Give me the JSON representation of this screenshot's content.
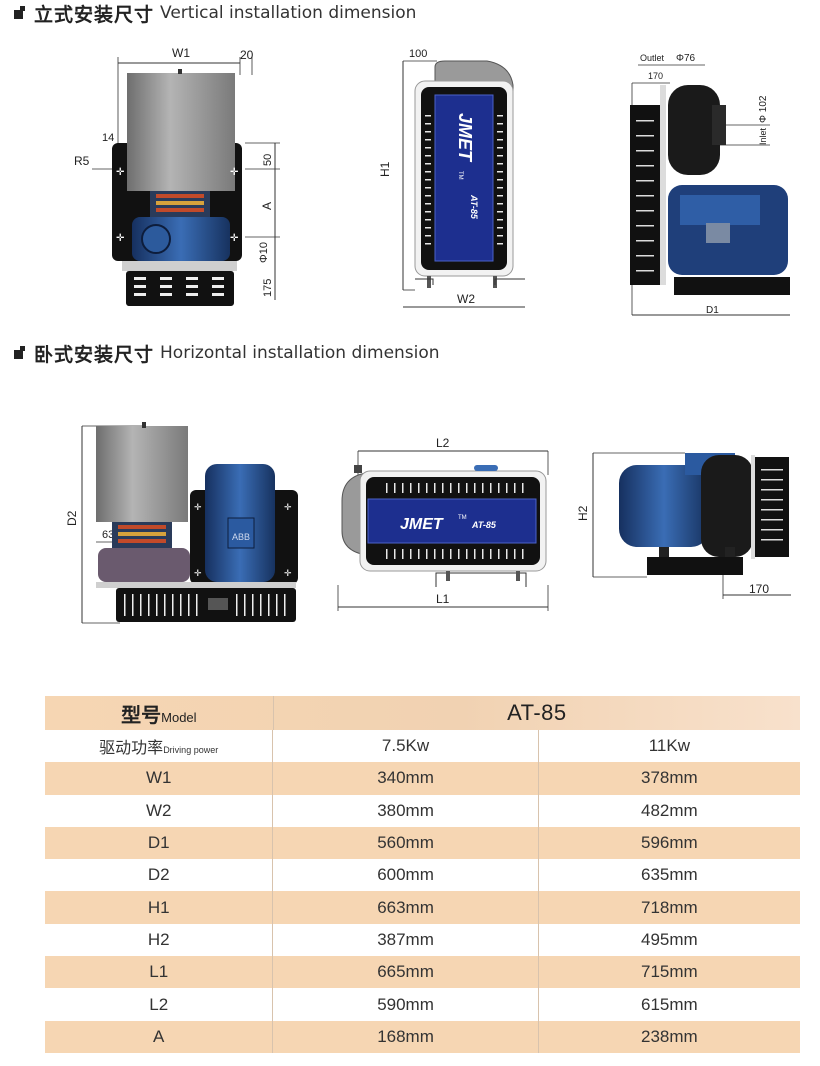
{
  "vertical_section": {
    "title_zh": "立式安装尺寸",
    "title_en": "Vertical installation dimension"
  },
  "horizontal_section": {
    "title_zh": "卧式安装尺寸",
    "title_en": "Horizontal installation dimension"
  },
  "vertical_drawings": {
    "front": {
      "w1": "W1",
      "w20": "20",
      "r5": "R5",
      "d14": "14",
      "d50": "50",
      "a": "A",
      "phi10": "Φ10",
      "d175": "175"
    },
    "side": {
      "d100": "100",
      "h1": "H1",
      "w2": "W2",
      "brand": "JMET",
      "tm": "TM",
      "model": "AT-85"
    },
    "rear": {
      "outlet": "Outlet",
      "phi76": "Φ76",
      "d170": "170",
      "phi102": "Φ 102",
      "inlet": "Inlet",
      "d1": "D1"
    }
  },
  "horizontal_drawings": {
    "left": {
      "d2": "D2",
      "d63": "63",
      "abb": "ABB"
    },
    "center": {
      "l2": "L2",
      "l1": "L1",
      "brand": "JMET",
      "tm": "TM",
      "model": "AT-85"
    },
    "right": {
      "h2": "H2",
      "d170": "170"
    }
  },
  "spec_table": {
    "header": {
      "label_zh": "型号",
      "label_en": "Model",
      "model": "AT-85"
    },
    "power": {
      "label_zh": "驱动功率",
      "label_en": "Driving power",
      "v1": "7.5Kw",
      "v2": "11Kw"
    },
    "rows": [
      {
        "label": "W1",
        "v1": "340mm",
        "v2": "378mm"
      },
      {
        "label": "W2",
        "v1": "380mm",
        "v2": "482mm"
      },
      {
        "label": "D1",
        "v1": "560mm",
        "v2": "596mm"
      },
      {
        "label": "D2",
        "v1": "600mm",
        "v2": "635mm"
      },
      {
        "label": "H1",
        "v1": "663mm",
        "v2": "718mm"
      },
      {
        "label": "H2",
        "v1": "387mm",
        "v2": "495mm"
      },
      {
        "label": "L1",
        "v1": "665mm",
        "v2": "715mm"
      },
      {
        "label": "L2",
        "v1": "590mm",
        "v2": "615mm"
      },
      {
        "label": "A",
        "v1": "168mm",
        "v2": "238mm"
      }
    ]
  },
  "colors": {
    "row_shade": "#f6d6b3",
    "motor_blue": "#1f3f7a",
    "panel_blue": "#1d2f8f",
    "motor_grey": "#8f8f8f"
  }
}
